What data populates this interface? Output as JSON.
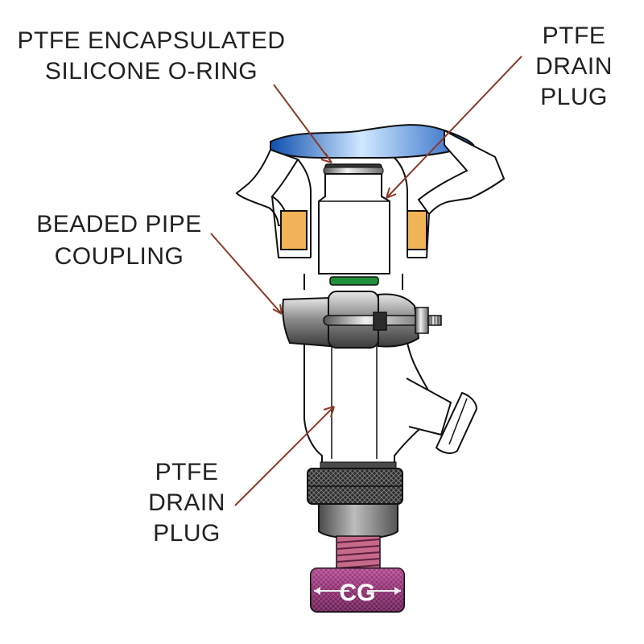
{
  "labels": {
    "oring": [
      "PTFE ENCAPSULATED",
      "SILICONE O-RING"
    ],
    "drain_plug_top": [
      "PTFE",
      "DRAIN",
      "PLUG"
    ],
    "coupling": [
      "BEADED PIPE",
      "COUPLING"
    ],
    "drain_plug_bottom": [
      "PTFE",
      "DRAIN",
      "PLUG"
    ]
  },
  "logo_text": "CG",
  "colors": {
    "leader": "#8b3a2a",
    "liquid": "#2d6fc6",
    "oring_green": "#1f8f3a",
    "flange_orange": "#f2b356",
    "knob_purple": "#8a2f6e",
    "spring_pink": "#c66a8a",
    "clamp_steel": "#8c8c8c",
    "nut_dark": "#3a3a3a"
  }
}
